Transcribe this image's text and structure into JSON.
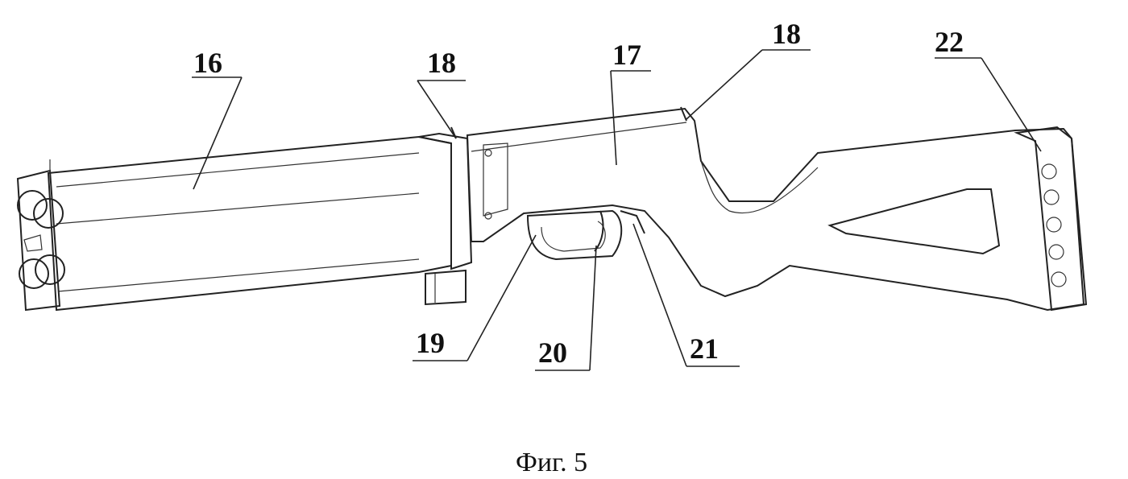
{
  "figure": {
    "caption": "Фиг. 5",
    "labels": {
      "l16": "16",
      "l18a": "18",
      "l18b": "18",
      "l17": "17",
      "l22": "22",
      "l19": "19",
      "l20": "20",
      "l21": "21"
    },
    "colors": {
      "stroke": "#222222",
      "background": "#ffffff"
    }
  }
}
